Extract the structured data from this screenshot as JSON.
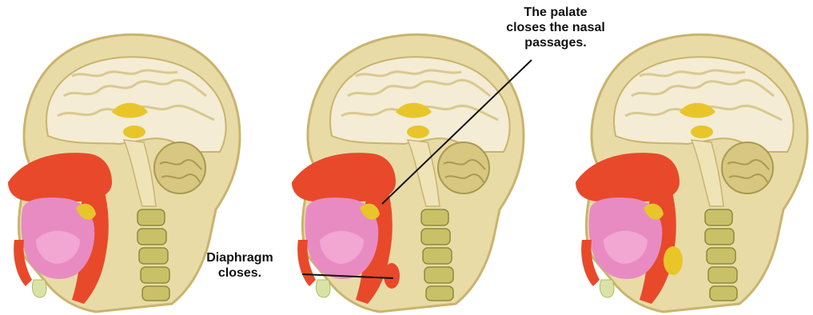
{
  "labels": {
    "palate_line1": "The palate",
    "palate_line2": "closes the nasal",
    "palate_line3": "passages.",
    "diaphragm_line1": "Diaphragm",
    "diaphragm_line2": "closes."
  },
  "colors": {
    "skin": "#e9dba6",
    "skin_outline": "#c9b46e",
    "brain": "#f4ecd4",
    "brain_fold": "#d9c98f",
    "nasal_red": "#e8492a",
    "mouth_pink": "#e88bc3",
    "tongue_pink": "#f2a6d2",
    "yellow_mass": "#e8c62a",
    "spine": "#c9c068",
    "cerebellum": "#d8c780"
  },
  "panels": [
    {
      "name": "head-panel-1"
    },
    {
      "name": "head-panel-2"
    },
    {
      "name": "head-panel-3"
    }
  ]
}
